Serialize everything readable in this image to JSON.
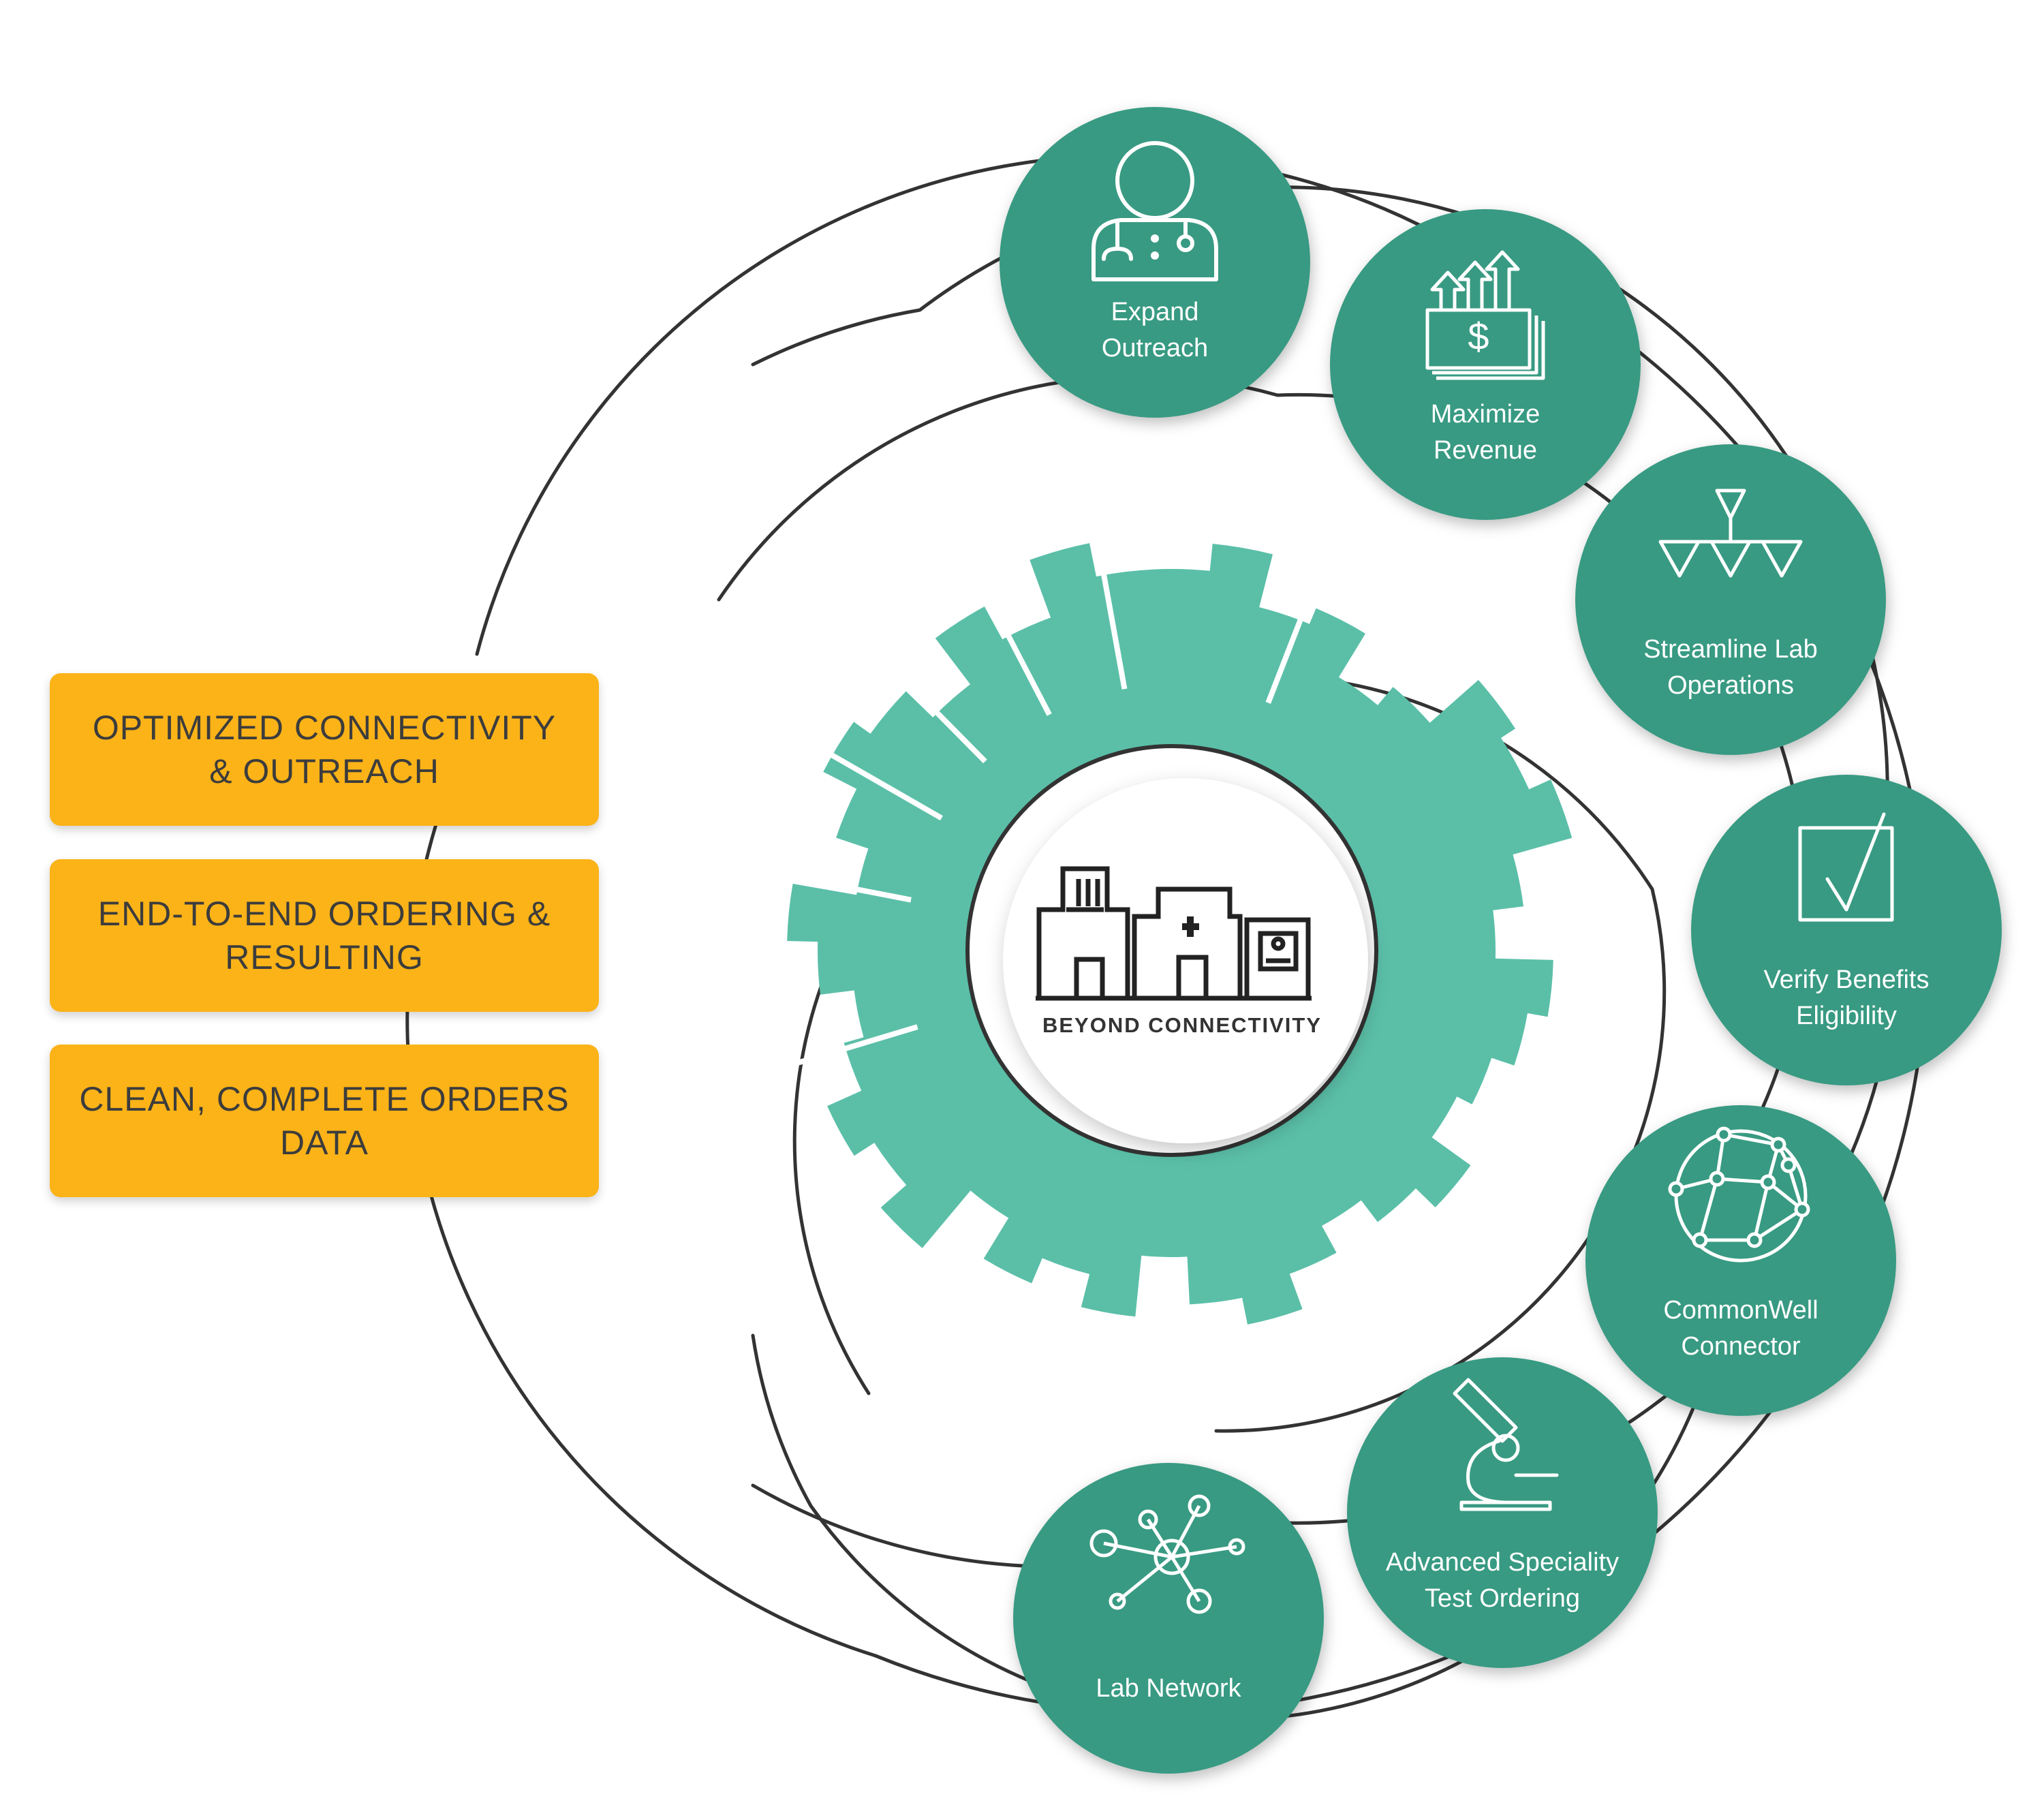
{
  "center": {
    "label": "BEYOND CONNECTIVITY",
    "icon": "hospital-buildings-icon"
  },
  "pills": [
    {
      "label": "OPTIMIZED CONNECTIVITY & OUTREACH"
    },
    {
      "label": "END-TO-END ORDERING & RESULTING"
    },
    {
      "label": "CLEAN, COMPLETE ORDERS DATA"
    }
  ],
  "nodes": [
    {
      "line1": "Expand",
      "line2": "Outreach",
      "icon": "doctor-icon"
    },
    {
      "line1": "Maximize",
      "line2": "Revenue",
      "icon": "money-growth-icon"
    },
    {
      "line1": "Streamline Lab",
      "line2": "Operations",
      "icon": "hierarchy-icon"
    },
    {
      "line1": "Verify Benefits",
      "line2": "Eligibility",
      "icon": "checkbox-icon"
    },
    {
      "line1": "CommonWell",
      "line2": "Connector",
      "icon": "globe-network-icon"
    },
    {
      "line1": "Advanced Speciality",
      "line2": "Test Ordering",
      "icon": "microscope-icon"
    },
    {
      "line1": "Lab Network",
      "line2": "",
      "icon": "network-hub-icon"
    }
  ],
  "colors": {
    "node_fill": "#389a82",
    "gear_fill": "#5bbfa8",
    "pill_fill": "#fbb318",
    "ring_stroke": "#333333",
    "pill_text": "#3c3c3c",
    "node_text": "#ffffff"
  }
}
